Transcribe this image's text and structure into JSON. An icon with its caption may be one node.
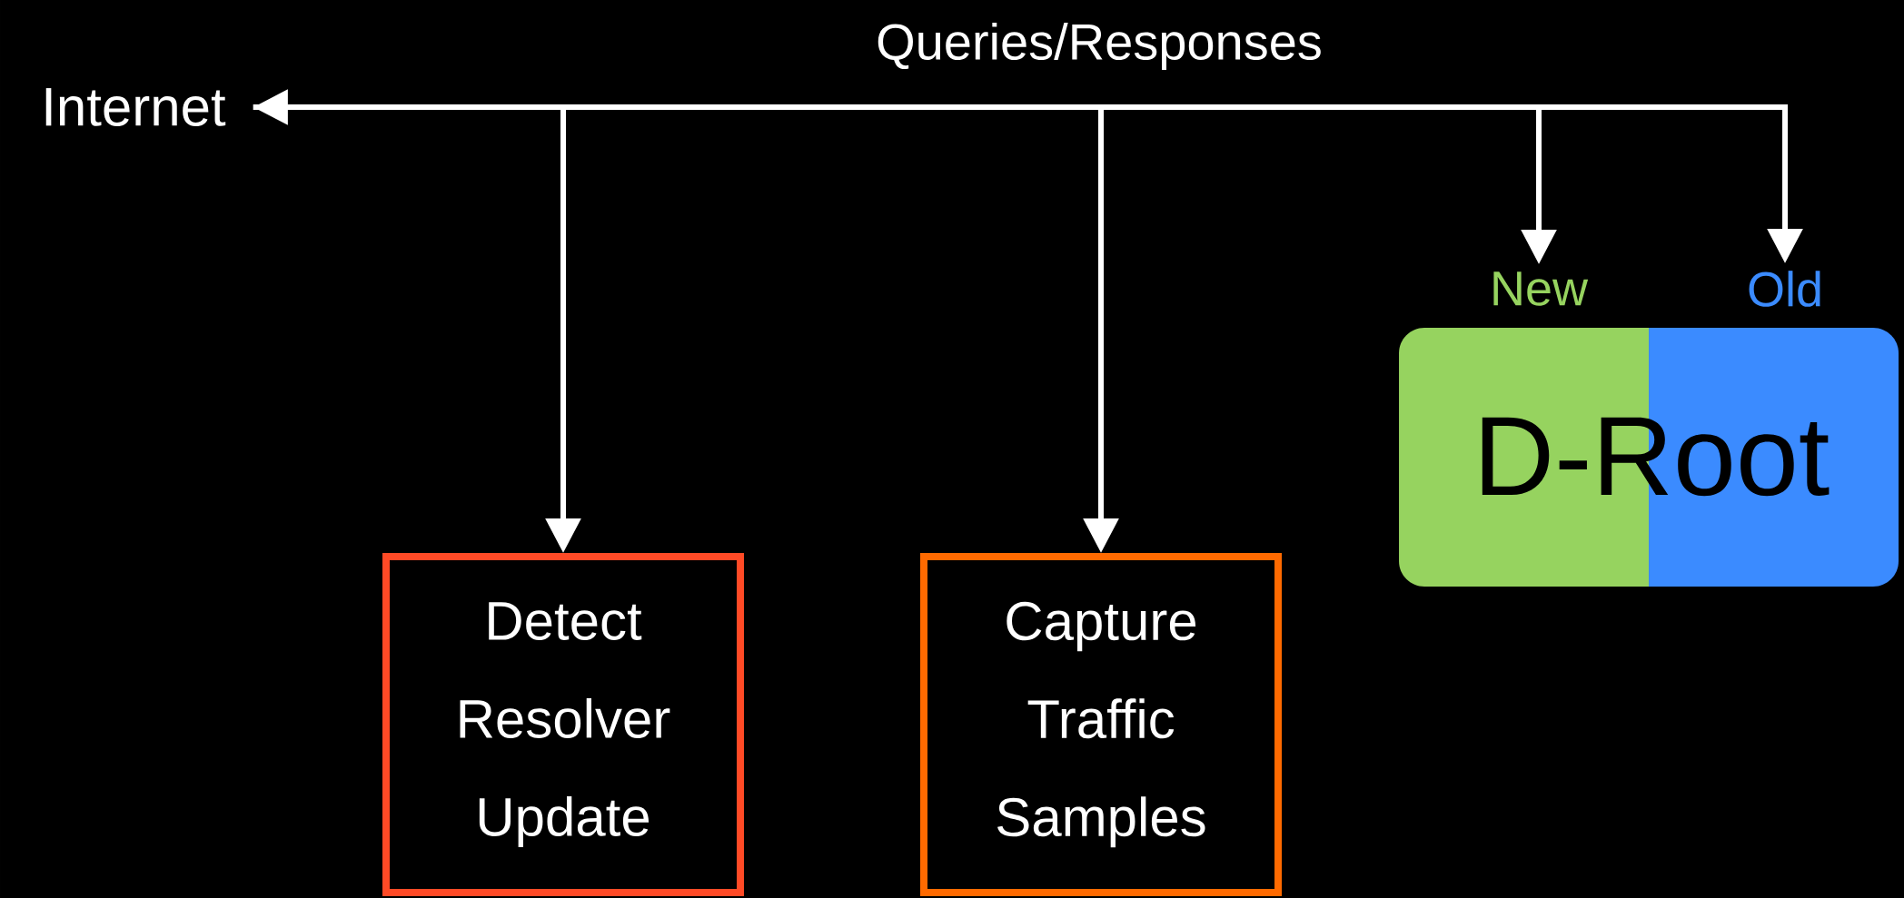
{
  "diagram": {
    "nodes": [
      {
        "text": [
          "Internet"
        ]
      },
      {
        "text": [
          "New"
        ]
      },
      {
        "text": [
          "Old"
        ]
      },
      {
        "text": [
          "D-Root"
        ]
      },
      {
        "text": [
          "Detect Resolver Update"
        ]
      },
      {
        "text": [
          "Capture Traffic Samples"
        ]
      }
    ],
    "edges": [
      {
        "from": 0,
        "to": 4,
        "arrow": "to"
      },
      {
        "from": 0,
        "to": 5,
        "arrow": "to"
      },
      {
        "from": 0,
        "to": 1,
        "arrow": "to"
      },
      {
        "from": 0,
        "to": 2,
        "arrow": "both"
      }
    ],
    "labels": [
      "Queries/Responses"
    ]
  }
}
